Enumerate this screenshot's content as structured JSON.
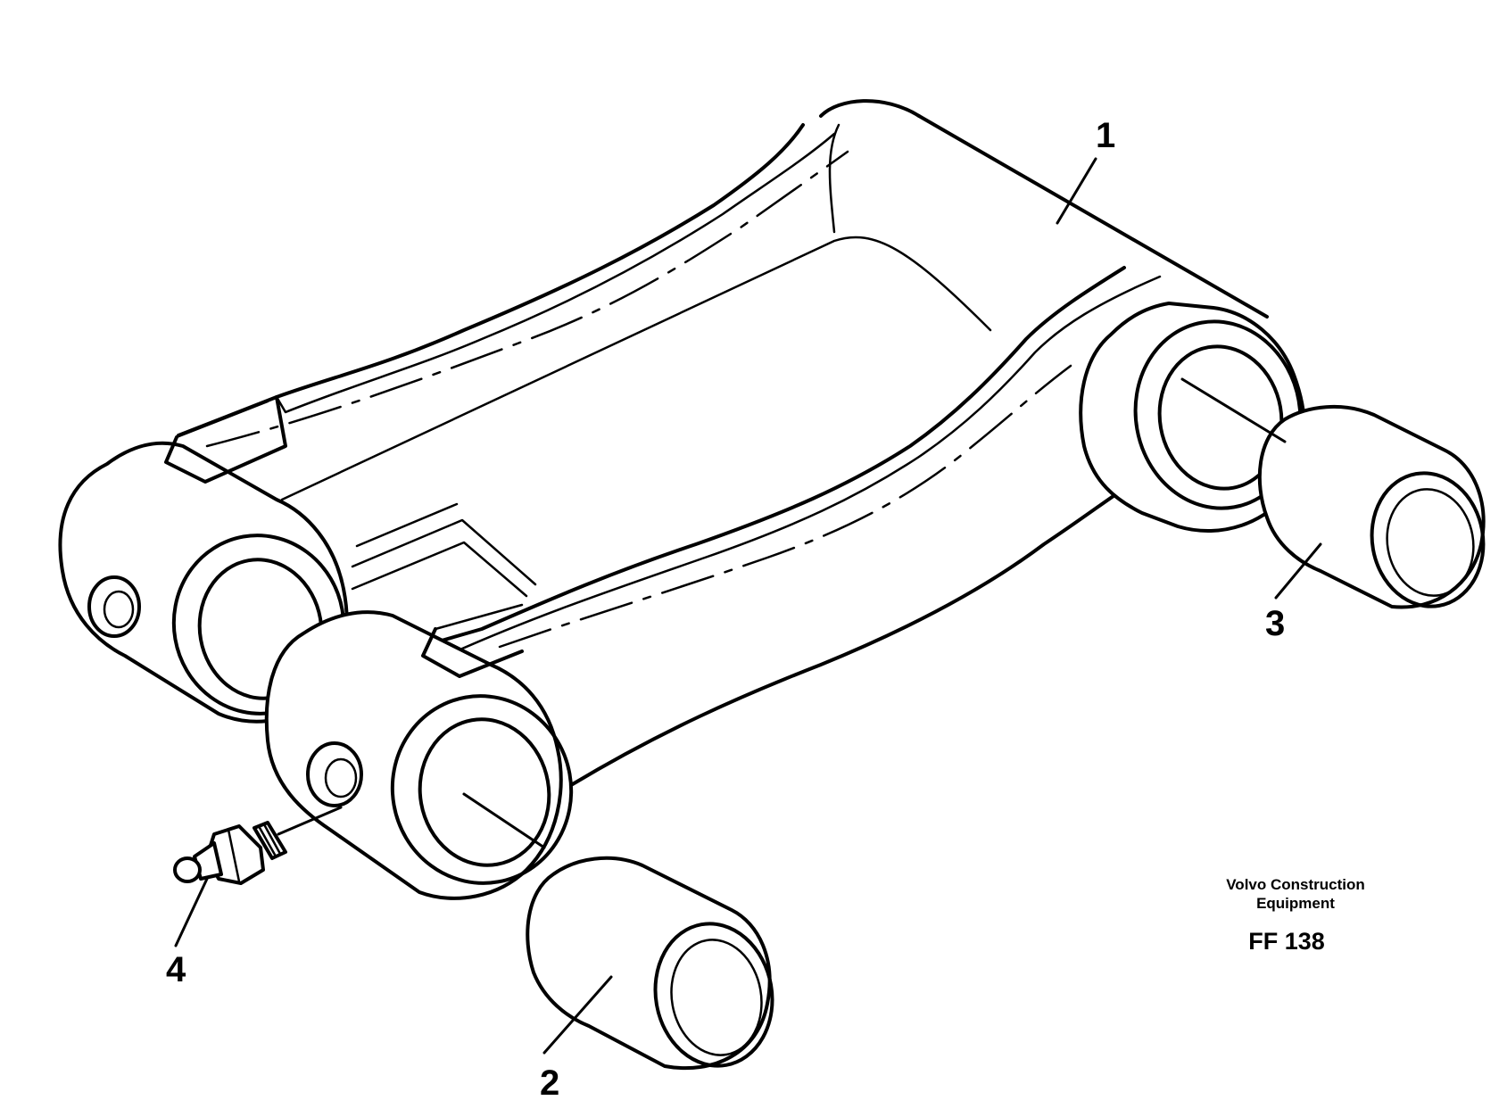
{
  "callouts": {
    "link": "1",
    "bushing_front": "2",
    "bushing_rear": "3",
    "grease_nipple": "4"
  },
  "caption": {
    "maker_line1": "Volvo Construction",
    "maker_line2": "Equipment",
    "figure_number": "FF 138"
  }
}
